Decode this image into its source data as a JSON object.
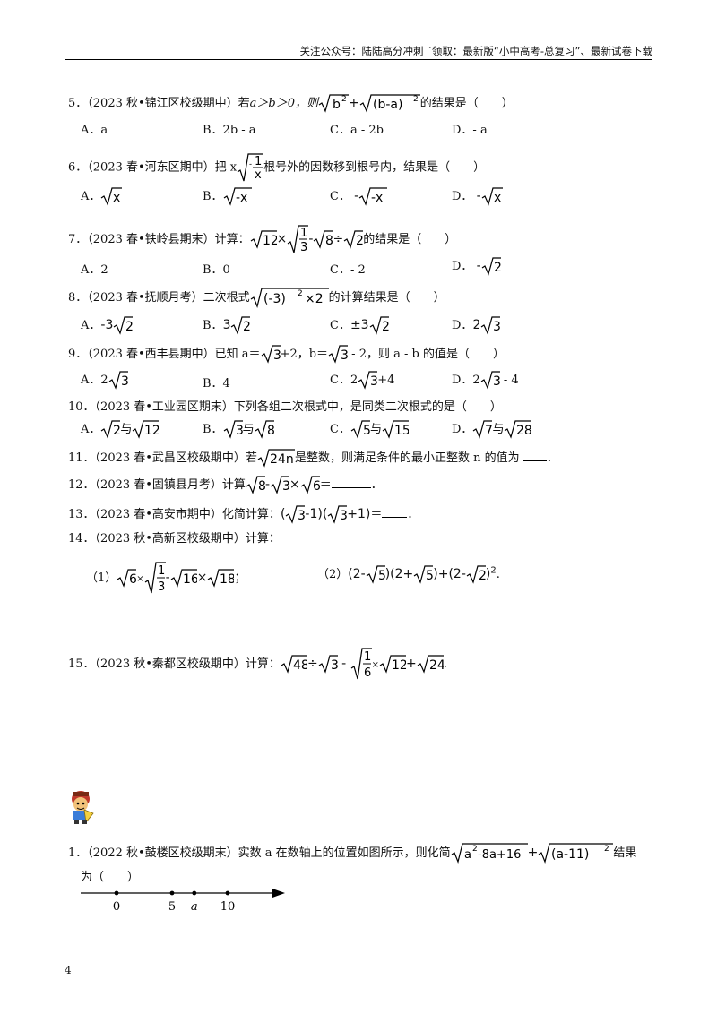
{
  "header": {
    "text": "关注公众号：陆陆高分冲刺  ˜领取：最新版“小中高考-总复习”、最新试卷下载"
  },
  "page_number": "4",
  "q5": {
    "prefix": "5．（2023 秋•锦江区校级期中）若",
    "cond": "a＞b＞0，则",
    "rad1": "b",
    "sup1": "2",
    "plus": "+",
    "rad2": "(b-a)",
    "sup2": "2",
    "suffix": "的结果是（　　）",
    "opts": [
      "A．a",
      "B．2b - a",
      "C．a - 2b",
      "D．- a"
    ]
  },
  "q6": {
    "prefix": "6．（2023 春•河东区期中）把 x",
    "num": "1",
    "den": "x",
    "minus": "-",
    "suffix": "根号外的因数移到根号内，结果是（　　）",
    "opts": [
      {
        "label": "A．",
        "sign": "",
        "rad": "x"
      },
      {
        "label": "B．",
        "sign": "",
        "rad": "-x"
      },
      {
        "label": "C．",
        "sign": "-",
        "rad": "-x"
      },
      {
        "label": "D．",
        "sign": "-",
        "rad": "x"
      }
    ]
  },
  "q7": {
    "prefix": "7．（2023 春•铁岭县期末）计算：",
    "r1": "12",
    "times": "×",
    "num": "1",
    "den": "3",
    "minus": "-",
    "r2": "8",
    "div": "÷",
    "r3": "2",
    "suffix": "的结果是（　　）",
    "opts": [
      {
        "label": "A．2",
        "sign": "",
        "rad": ""
      },
      {
        "label": "B．0",
        "sign": "",
        "rad": ""
      },
      {
        "label": "C．- 2",
        "sign": "",
        "rad": ""
      },
      {
        "label": "D．",
        "sign": "-",
        "rad": "2"
      }
    ]
  },
  "q8": {
    "prefix": "8．（2023 春•抚顺月考）二次根式",
    "rad": "(-3)",
    "sup": "2",
    "tail": "×2",
    "suffix": "的计算结果是（　　）",
    "opts": [
      {
        "label": "A．",
        "coef": "-3",
        "rad": "2"
      },
      {
        "label": "B．",
        "coef": "3",
        "rad": "2"
      },
      {
        "label": "C．",
        "coef": "±3",
        "rad": "2"
      },
      {
        "label": "D．",
        "coef": "2",
        "rad": "3"
      }
    ]
  },
  "q9": {
    "prefix": "9．（2023 春•西丰县期中）已知 a＝",
    "r1": "3",
    "mid": "+2，b＝",
    "r2": "3",
    "suffix": " - 2，则 a - b 的值是（　　）",
    "opts": [
      {
        "label": "A．2",
        "rad": "3",
        "tail": ""
      },
      {
        "label": "B．4",
        "rad": "",
        "tail": ""
      },
      {
        "label": "C．2",
        "rad": "3",
        "tail": "+4"
      },
      {
        "label": "D．2",
        "rad": "3",
        "tail": " - 4"
      }
    ]
  },
  "q10": {
    "prefix": "10．（2023 春•工业园区期末）下列各组二次根式中，是同类二次根式的是（　　）",
    "opts": [
      {
        "label": "A．",
        "a": "2",
        "b": "12"
      },
      {
        "label": "B．",
        "a": "3",
        "b": "8"
      },
      {
        "label": "C．",
        "a": "5",
        "b": "15"
      },
      {
        "label": "D．",
        "a": "7",
        "b": "28"
      }
    ],
    "join": "与"
  },
  "q11": {
    "prefix": "11．（2023 春•武昌区校级期中）若",
    "rad": "24n",
    "suffix": "是整数，则满足条件的最小正整数 n 的值为",
    "end": "．"
  },
  "q12": {
    "prefix": "12．（2023 春•固镇县月考）计算",
    "r1": "8",
    "minus": "-",
    "r2": "3",
    "times": "×",
    "r3": "6",
    "eq": "＝",
    "end": "．"
  },
  "q13": {
    "prefix": "13．（2023 春•高安市期中）化简计算：",
    "expr1": "(",
    "r1": "3",
    "e1": "-1)(",
    "r2": "3",
    "e2": "+1)",
    "eq": "＝",
    "end": "．"
  },
  "q14": {
    "prefix": "14．（2023 秋•高新区校级期中）计算：",
    "p1": {
      "label": "（1）",
      "r1": "6",
      "x": "×",
      "num": "1",
      "den": "3",
      "minus": "-",
      "r2": "16",
      "times": "×",
      "r3": "18",
      "end": "；"
    },
    "p2": {
      "label": "（2）",
      "a": "(2-",
      "r1": "5",
      "b": ")(2+",
      "r2": "5",
      "c": ")+(2-",
      "r3": "2",
      "d": ")",
      "sup": "2",
      "end": "."
    }
  },
  "q15": {
    "prefix": "15．（2023 秋•秦都区校级期中）计算：",
    "r1": "48",
    "div": "÷",
    "r2": "3",
    "minus": "-",
    "num": "1",
    "den": "6",
    "x": "×",
    "r3": "12",
    "plus": "+",
    "r4": "24",
    "end": "."
  },
  "p1": {
    "prefix": "1．（2022 秋•鼓楼区校级期末）实数 a 在数轴上的位置如图所示，则化简",
    "rad1": "a",
    "sup1": "2",
    "rad1b": "-8a+16",
    "plus": "+",
    "rad2": "(a-11)",
    "sup2": "2",
    "suffix": "结果",
    "line2": "为（　　）",
    "axis": {
      "labels": [
        "0",
        "5",
        "a",
        "10"
      ],
      "values": [
        0,
        5,
        7,
        10
      ]
    }
  }
}
